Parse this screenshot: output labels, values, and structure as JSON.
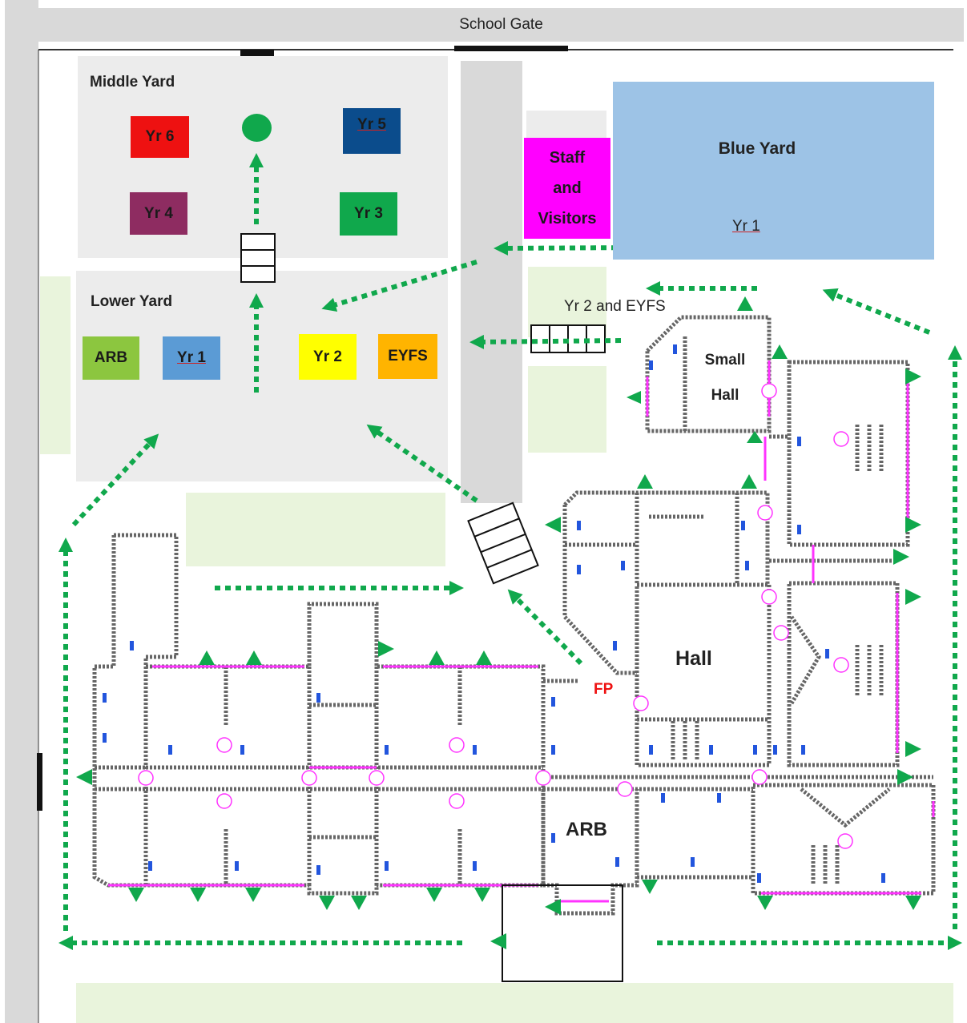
{
  "gate": {
    "label": "School Gate"
  },
  "middle_yard": {
    "title": "Middle Yard",
    "groups": [
      {
        "label": "Yr 6",
        "color": "#ee1111",
        "text_color": "#1a1a1a"
      },
      {
        "label": "Yr 5",
        "color": "#0b4c8c",
        "text_color": "#1a1a1a"
      },
      {
        "label": "Yr 4",
        "color": "#8e2c61",
        "text_color": "#1a1a1a"
      },
      {
        "label": "Yr 3",
        "color": "#10a84c",
        "text_color": "#1a1a1a"
      }
    ],
    "marker_color": "#10a84c"
  },
  "lower_yard": {
    "title": "Lower Yard",
    "groups": [
      {
        "label": "ARB",
        "color": "#8cc63f"
      },
      {
        "label": "Yr 1",
        "color": "#5b9bd5"
      },
      {
        "label": "Yr 2",
        "color": "#ffff00"
      },
      {
        "label": "EYFS",
        "color": "#ffb400"
      }
    ]
  },
  "staff_visitors": {
    "lines": [
      "Staff",
      "and",
      "Visitors"
    ],
    "color": "#ff00ff"
  },
  "blue_yard": {
    "title": "Blue Yard",
    "group": "Yr 1",
    "color": "#9dc3e6"
  },
  "crossing_label": "Yr 2 and EYFS",
  "building": {
    "small_hall": [
      "Small",
      "Hall"
    ],
    "hall": "Hall",
    "arb": "ARB",
    "fp": "FP"
  },
  "colors": {
    "arrow": "#10a84c",
    "wall": "#555555",
    "door": "#ff33ff",
    "yard": "#ececec",
    "grass": "#e9f4dc",
    "path": "#d9d9d9"
  }
}
